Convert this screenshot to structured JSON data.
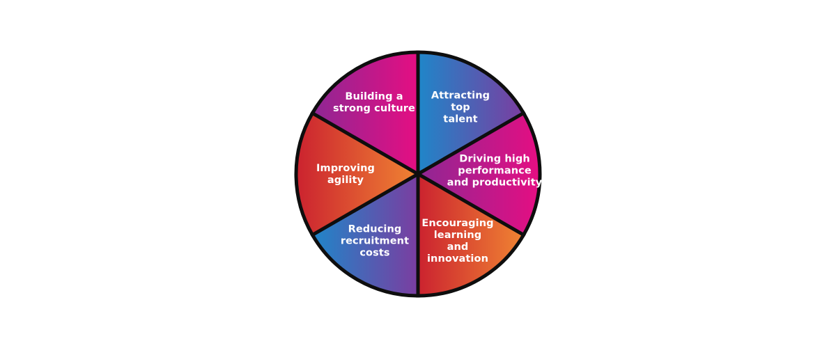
{
  "page": {
    "background_color": "#ffffff"
  },
  "chart_data": {
    "type": "pie",
    "title": "",
    "description": "Circular wheel infographic with six equal gradient segments, black outline and black divider lines, white bold labels",
    "outline_color": "#0e0e0e",
    "text_color": "#ffffff",
    "legend": "none",
    "gradients": {
      "blue_purple": [
        "#1f86c9",
        "#7b3da0"
      ],
      "purple_magenta": [
        "#8e2794",
        "#e50e82"
      ],
      "red_orange": [
        "#cb222f",
        "#f08433"
      ]
    },
    "segments": [
      {
        "label": "Attracting\ntop\ntalent",
        "value": 16.67,
        "gradient": "blue_purple",
        "start_angle": 30,
        "end_angle": 90
      },
      {
        "label": "Driving high\nperformance\nand productivity",
        "value": 16.67,
        "gradient": "purple_magenta",
        "start_angle": -30,
        "end_angle": 30
      },
      {
        "label": "Encouraging\nlearning\nand\ninnovation",
        "value": 16.67,
        "gradient": "red_orange",
        "start_angle": -90,
        "end_angle": -30
      },
      {
        "label": "Reducing\nrecruitment\ncosts",
        "value": 16.67,
        "gradient": "blue_purple",
        "start_angle": 210,
        "end_angle": 270
      },
      {
        "label": "Improving\nagility",
        "value": 16.67,
        "gradient": "red_orange",
        "start_angle": 150,
        "end_angle": 210
      },
      {
        "label": "Building a\nstrong culture",
        "value": 16.67,
        "gradient": "purple_magenta",
        "start_angle": 90,
        "end_angle": 150
      }
    ]
  }
}
